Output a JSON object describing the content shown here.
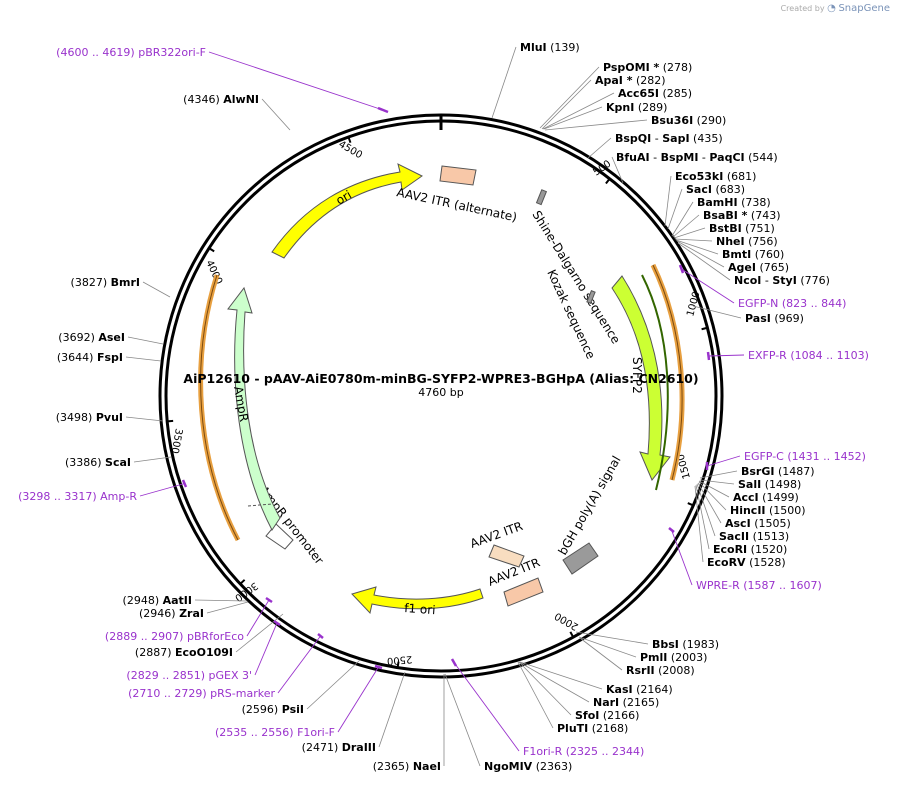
{
  "watermark": {
    "created_by": "Created by",
    "app": "SnapGene"
  },
  "plasmid": {
    "title": "AiP12610 - pAAV-AiE0780m-minBG-SYFP2-WPRE3-BGHpA (Alias: CN2610)",
    "size": "4760 bp",
    "length": 4760
  },
  "ticks": [
    "500",
    "1000",
    "1500",
    "2000",
    "2500",
    "3000",
    "3500",
    "4000",
    "4500"
  ],
  "features": [
    {
      "name": "ori",
      "kind": "arrow",
      "color": "#ffff00"
    },
    {
      "name": "AAV2 ITR (alternate)",
      "kind": "box",
      "color": "#f8c8a8"
    },
    {
      "name": "Shine-Dalgarno sequence",
      "kind": "small",
      "color": "#999999"
    },
    {
      "name": "Kozak sequence",
      "kind": "small",
      "color": "#999999"
    },
    {
      "name": "SYFP2",
      "kind": "arrow",
      "color": "#ccff33"
    },
    {
      "name": "bGH poly(A) signal",
      "kind": "box",
      "color": "#9a9a9a"
    },
    {
      "name": "AAV2 ITR",
      "kind": "box",
      "color": "#f8ddc0"
    },
    {
      "name": "AAV2 ITR",
      "kind": "box",
      "color": "#f8c8a8"
    },
    {
      "name": "f1 ori",
      "kind": "arrow",
      "color": "#ffff00"
    },
    {
      "name": "AmpR promoter",
      "kind": "arrow",
      "color": "#ffffff"
    },
    {
      "name": "AmpR",
      "kind": "arrow",
      "color": "#ccffcc"
    }
  ],
  "sites": [
    {
      "name": "MluI",
      "pos": "(139)"
    },
    {
      "name": "PspOMI *",
      "pos": "(278)"
    },
    {
      "name": "ApaI *",
      "pos": "(282)"
    },
    {
      "name": "Acc65I",
      "pos": "(285)"
    },
    {
      "name": "KpnI",
      "pos": "(289)"
    },
    {
      "name": "Bsu36I",
      "pos": "(290)"
    },
    {
      "name": "BspQI",
      "name2": "SapI",
      "pos": "(435)"
    },
    {
      "name": "BfuAI",
      "name2": "BspMI",
      "name3": "PaqCI",
      "pos": "(544)"
    },
    {
      "name": "Eco53kI",
      "pos": "(681)"
    },
    {
      "name": "SacI",
      "pos": "(683)"
    },
    {
      "name": "BamHI",
      "pos": "(738)"
    },
    {
      "name": "BsaBI *",
      "pos": "(743)"
    },
    {
      "name": "BstBI",
      "pos": "(751)"
    },
    {
      "name": "NheI",
      "pos": "(756)"
    },
    {
      "name": "BmtI",
      "pos": "(760)"
    },
    {
      "name": "AgeI",
      "pos": "(765)"
    },
    {
      "name": "NcoI",
      "name2": "StyI",
      "pos": "(776)"
    },
    {
      "name": "PasI",
      "pos": "(969)"
    },
    {
      "name": "BsrGI",
      "pos": "(1487)"
    },
    {
      "name": "SalI",
      "pos": "(1498)"
    },
    {
      "name": "AccI",
      "pos": "(1499)"
    },
    {
      "name": "HincII",
      "pos": "(1500)"
    },
    {
      "name": "AscI",
      "pos": "(1505)"
    },
    {
      "name": "SacII",
      "pos": "(1513)"
    },
    {
      "name": "EcoRI",
      "pos": "(1520)"
    },
    {
      "name": "EcoRV",
      "pos": "(1528)"
    },
    {
      "name": "BbsI",
      "pos": "(1983)"
    },
    {
      "name": "PmlI",
      "pos": "(2003)"
    },
    {
      "name": "RsrII",
      "pos": "(2008)"
    },
    {
      "name": "KasI",
      "pos": "(2164)"
    },
    {
      "name": "NarI",
      "pos": "(2165)"
    },
    {
      "name": "SfoI",
      "pos": "(2166)"
    },
    {
      "name": "PluTI",
      "pos": "(2168)"
    },
    {
      "name": "NgoMIV",
      "pos": "(2363)"
    },
    {
      "name": "NaeI",
      "pos": "(2365)"
    },
    {
      "name": "DraIII",
      "pos": "(2471)"
    },
    {
      "name": "PsiI",
      "pos": "(2596)"
    },
    {
      "name": "EcoO109I",
      "pos": "(2887)"
    },
    {
      "name": "ZraI",
      "pos": "(2946)"
    },
    {
      "name": "AatII",
      "pos": "(2948)"
    },
    {
      "name": "ScaI",
      "pos": "(3386)"
    },
    {
      "name": "PvuI",
      "pos": "(3498)"
    },
    {
      "name": "FspI",
      "pos": "(3644)"
    },
    {
      "name": "AseI",
      "pos": "(3692)"
    },
    {
      "name": "BmrI",
      "pos": "(3827)"
    },
    {
      "name": "AlwNI",
      "pos": "(4346)"
    }
  ],
  "primers": [
    {
      "name": "pBR322ori-F",
      "pos": "(4600 .. 4619)"
    },
    {
      "name": "EGFP-N",
      "pos": "(823 .. 844)"
    },
    {
      "name": "EXFP-R",
      "pos": "(1084 .. 1103)"
    },
    {
      "name": "EGFP-C",
      "pos": "(1431 .. 1452)"
    },
    {
      "name": "WPRE-R",
      "pos": "(1587 .. 1607)"
    },
    {
      "name": "F1ori-R",
      "pos": "(2325 .. 2344)"
    },
    {
      "name": "F1ori-F",
      "pos": "(2535 .. 2556)"
    },
    {
      "name": "pRS-marker",
      "pos": "(2710 .. 2729)"
    },
    {
      "name": "pGEX 3'",
      "pos": "(2829 .. 2851)"
    },
    {
      "name": "pBRforEco",
      "pos": "(2889 .. 2907)"
    },
    {
      "name": "Amp-R",
      "pos": "(3298 .. 3317)"
    }
  ]
}
